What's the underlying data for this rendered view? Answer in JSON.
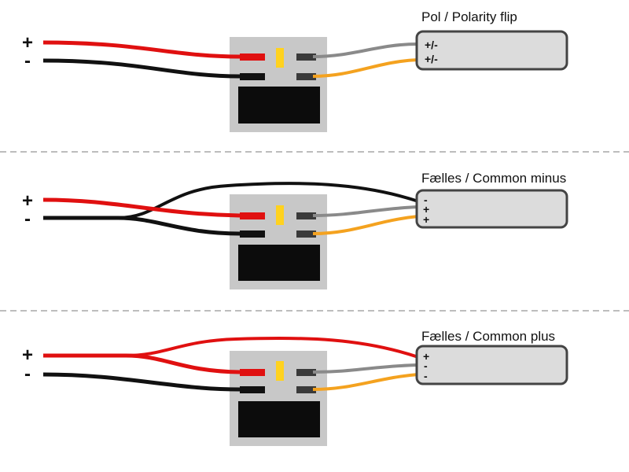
{
  "colors": {
    "positive_wire": "#e01010",
    "negative_wire": "#111111",
    "output_grey": "#8a8a8a",
    "output_orange": "#f4a21f",
    "module_body": "#c8c8c8",
    "module_window": "#0c0c0c",
    "indicator": "#ffd21f",
    "connector_box": "#dcdcdc",
    "connector_border": "#444444",
    "separator": "#bdbdbd"
  },
  "panels": [
    {
      "id": "polarity-flip",
      "title": "Pol / Polarity flip",
      "input_plus": "+",
      "input_minus": "-",
      "terminals": [
        "+/-",
        "+/-"
      ]
    },
    {
      "id": "common-minus",
      "title": "Fælles / Common minus",
      "input_plus": "+",
      "input_minus": "-",
      "terminals": [
        "-",
        "+",
        "+"
      ]
    },
    {
      "id": "common-plus",
      "title": "Fælles / Common plus",
      "input_plus": "+",
      "input_minus": "-",
      "terminals": [
        "+",
        "-",
        "-"
      ]
    }
  ]
}
